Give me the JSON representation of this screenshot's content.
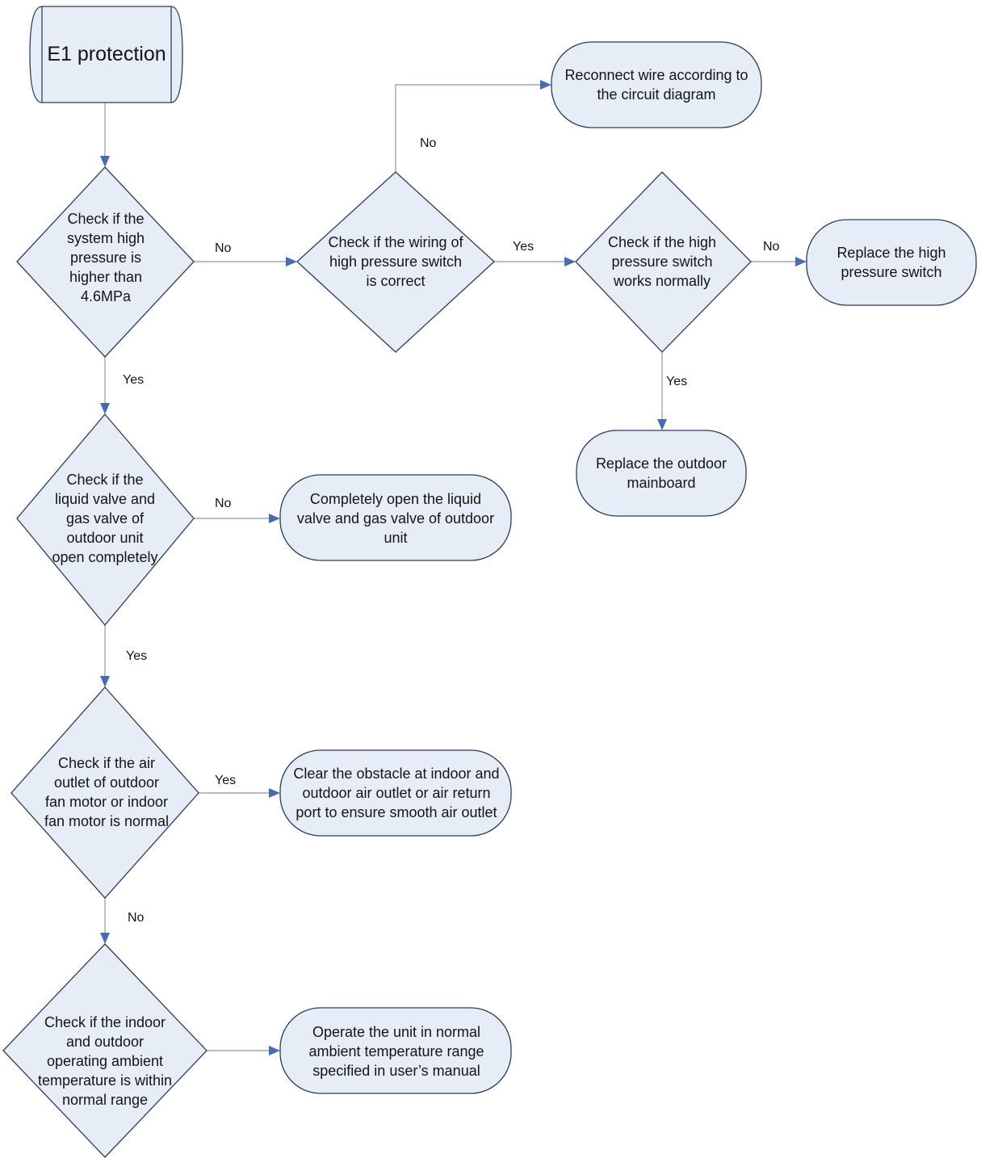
{
  "nodes": {
    "start": "E1 protection",
    "d_pressure": "Check if the system high pressure is higher than 4.6MPa",
    "d_wiring": "Check if the wiring of high pressure switch is correct",
    "p_reconnect": "Reconnect wire according to the circuit diagram",
    "d_switch": "Check if the high pressure switch works normally",
    "p_replace_switch": "Replace the high pressure switch",
    "p_replace_board": "Replace the outdoor mainboard",
    "d_valve": "Check if the liquid valve and gas valve of outdoor unit open completely",
    "p_open_valve": "Completely open the liquid valve and gas valve of outdoor unit",
    "d_air": "Check if the air outlet of outdoor fan motor or indoor fan motor is normal",
    "p_clear": "Clear the obstacle at indoor and outdoor air outlet or air return port to ensure smooth air outlet",
    "d_temp": "Check if the indoor and outdoor operating ambient temperature is within normal range",
    "p_operate": "Operate the unit in normal ambient temperature range specified in user’s manual"
  },
  "edges": {
    "pressure_to_wiring": "No",
    "wiring_to_reconnect": "No",
    "wiring_to_switch": "Yes",
    "switch_to_replace": "No",
    "switch_to_board": "Yes",
    "pressure_to_valve": "Yes",
    "valve_to_open": "No",
    "valve_to_air": "Yes",
    "air_to_clear": "Yes",
    "air_to_temp": "No"
  },
  "colors": {
    "shape_fill": "#e6edf6",
    "shape_stroke": "#2e3d56",
    "connector": "#9ea7b2",
    "arrowhead": "#4a6ab4"
  }
}
